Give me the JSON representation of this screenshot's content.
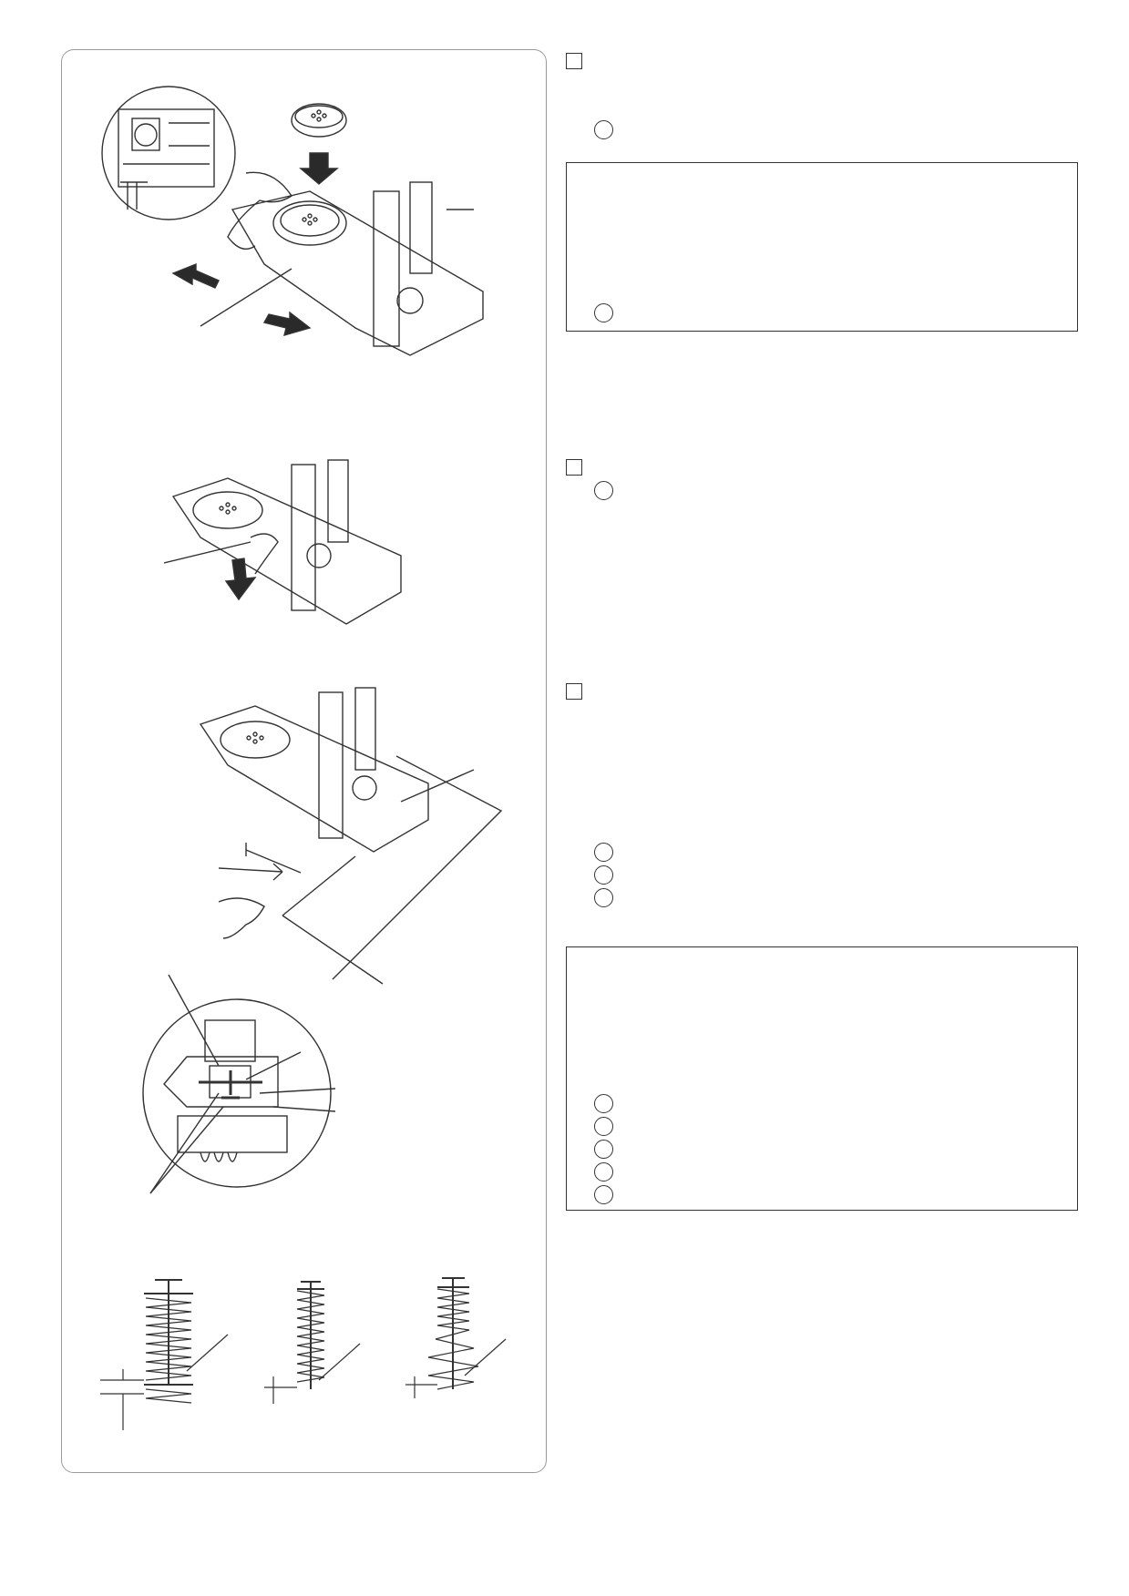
{
  "colors": {
    "line": "#333333",
    "panel_border": "#9a9a9a",
    "arrow_fill": "#2a2a2a"
  },
  "illustrations": [
    "button-holder-insert",
    "buttonhole-lever-pull-down",
    "fabric-placement-thread-pull",
    "presser-foot-closeup-marks",
    "buttonhole-stitch-samples"
  ],
  "steps": [
    {
      "id": "step-1",
      "marker": "square",
      "sub_markers": 1
    },
    {
      "id": "step-2",
      "marker": "square",
      "sub_markers": 1
    },
    {
      "id": "step-3",
      "marker": "square",
      "sub_markers": 3
    }
  ],
  "note_boxes": [
    {
      "id": "note-1",
      "markers": 1
    },
    {
      "id": "note-2",
      "markers": 5
    }
  ]
}
